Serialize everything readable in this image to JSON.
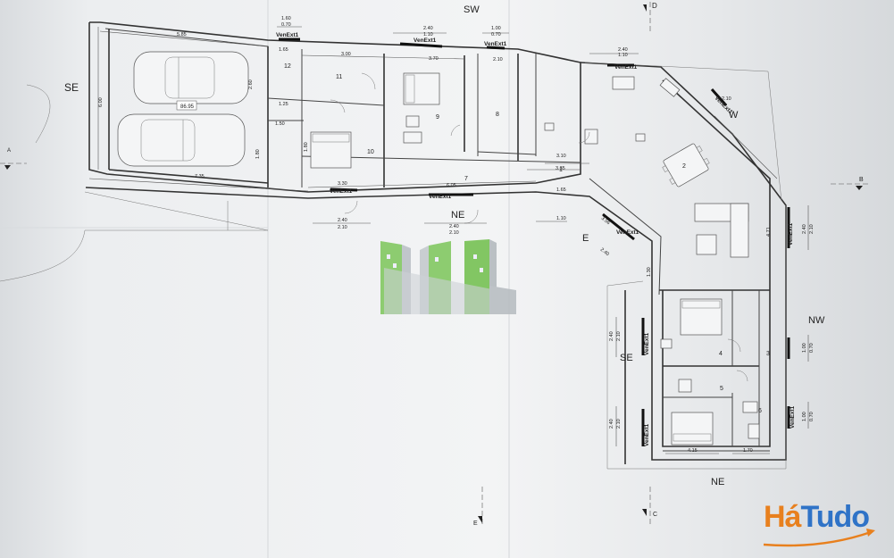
{
  "orientation": {
    "sw": "SW",
    "se_left": "SE",
    "ne_mid": "NE",
    "e_mid": "E",
    "w_right": "W",
    "nw_right": "NW",
    "se_right": "SE",
    "ne_bottom": "NE",
    "e_bottom": "E",
    "c_top": "D",
    "c_bottom": "C",
    "b_right": "B",
    "a_left": "A"
  },
  "window_labels": [
    "VenExt1",
    "VenExt1",
    "VenExt1",
    "VenExt1",
    "VenExt1",
    "VenExt1",
    "VenExt1",
    "VenExt1",
    "VenExt1",
    "VenExt1",
    "VenExt1",
    "VenExt1"
  ],
  "rooms": [
    "1",
    "2",
    "3",
    "4",
    "5",
    "6",
    "7",
    "8",
    "9",
    "10",
    "11",
    "12"
  ],
  "dimensions": {
    "d1": "5.85",
    "d2": "6.00",
    "d3": "7.35",
    "d4": "86.95",
    "d5": "1.60",
    "d6": "0.70",
    "d7": "2.40",
    "d8": "1.10",
    "d9": "1.00",
    "d10": "0.70",
    "d11": "3.00",
    "d12": "3.70",
    "d13": "2.10",
    "d14": "1.65",
    "d15": "1.25",
    "d16": "1.50",
    "d17": "2.60",
    "d18": "3.30",
    "d19": "6.05",
    "d20": "2.40",
    "d21": "2.10",
    "d22": "2.40",
    "d23": "2.10",
    "d24": "3.35",
    "d25": "3.10",
    "d26": "2.40",
    "d27": "1.10",
    "d28": "4.71",
    "d29": "2.40",
    "d30": "2.10",
    "d31": "1.00",
    "d32": "0.70",
    "d33": "1.00",
    "d34": "0.70",
    "d35": "2.40",
    "d36": "2.10",
    "d37": "2.40",
    "d38": "2.10",
    "d39": "4.15",
    "d40": "1.70",
    "d41": "1.10",
    "d42": "2.10",
    "d43": "2.40",
    "d44": "3.56",
    "d45": "1.80",
    "d46": "1.65",
    "d47": "1.30",
    "d48": "1.80"
  },
  "watermark": {
    "part1": "Há",
    "part2": "Tudo"
  },
  "colors": {
    "paper": "#eceef0",
    "line": "#333333",
    "logo_green": "#6fbf4a",
    "brand_orange": "#e8801e",
    "brand_blue": "#2f73c7"
  }
}
